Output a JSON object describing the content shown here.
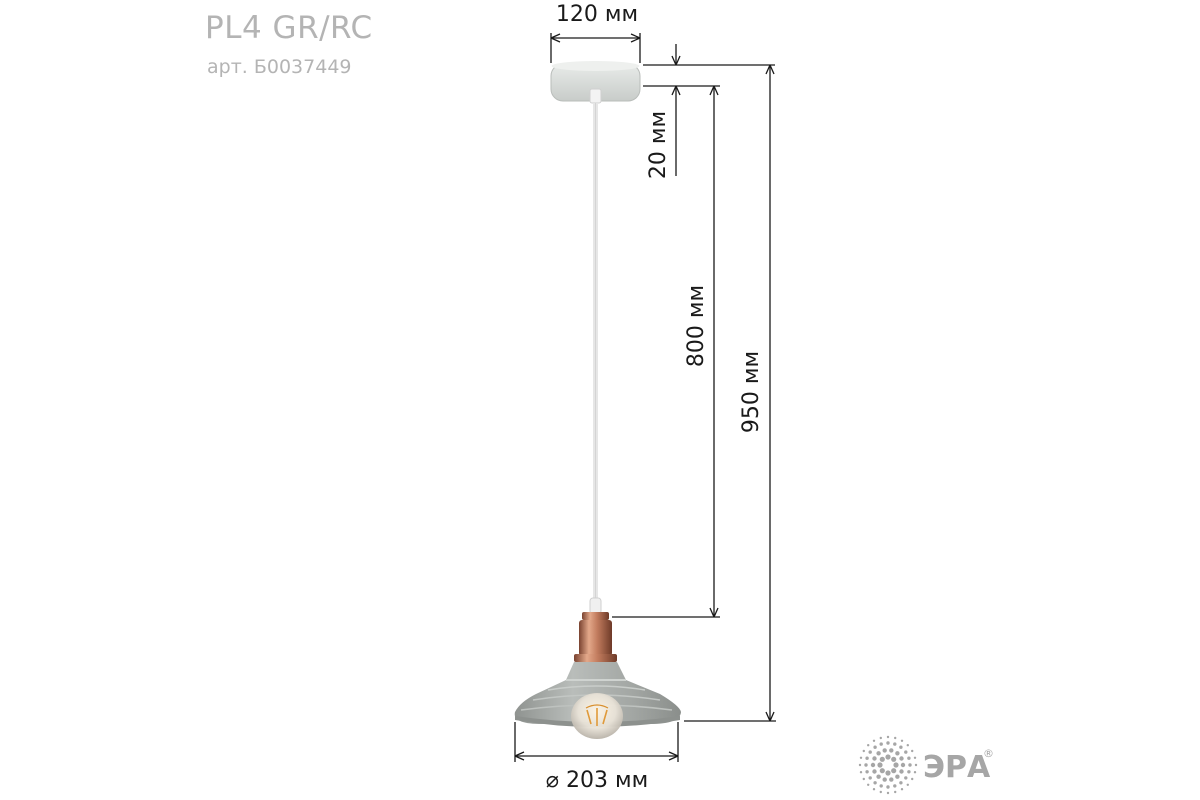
{
  "product": {
    "model": "PL4 GR/RC",
    "article": "арт. Б0037449"
  },
  "dimensions": {
    "canopy_width": "120 мм",
    "canopy_height": "20 мм",
    "cord_length": "800 мм",
    "total_height": "950 мм",
    "shade_diameter": "⌀ 203 мм"
  },
  "brand": {
    "name": "ЭРА",
    "registered": "®",
    "icon": "sun-dots-icon",
    "color": "#a6a6a6"
  },
  "colors": {
    "canopy": "#d9dcda",
    "shade": "#a7aba8",
    "socket": "#c27c5e",
    "cord": "#eaeaea",
    "dim_line": "#1a1a1a"
  }
}
